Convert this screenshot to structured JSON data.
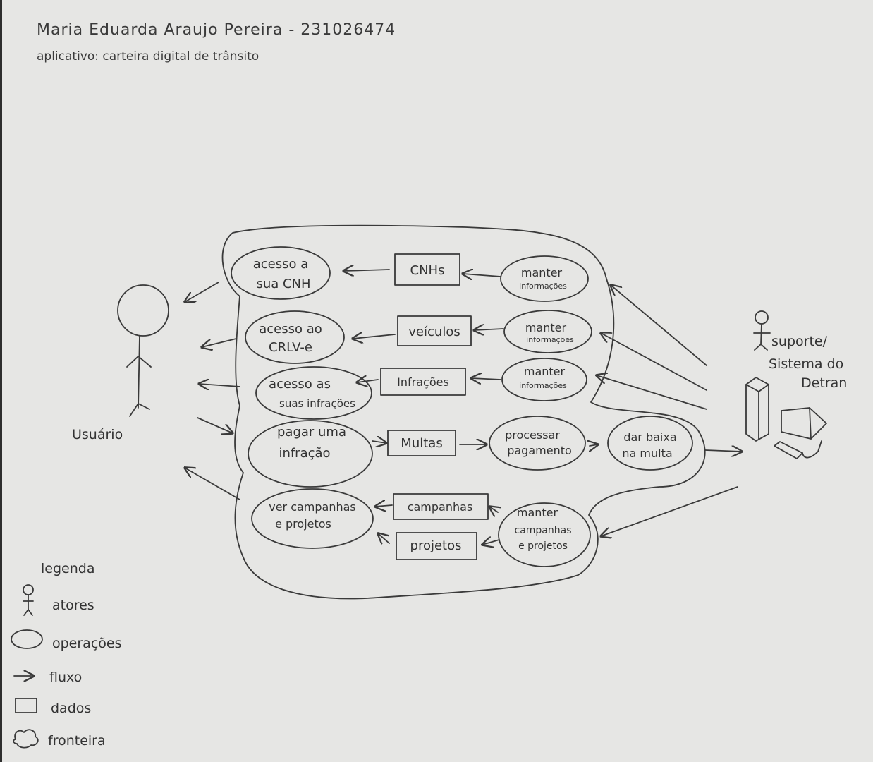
{
  "header": {
    "author": "Maria Eduarda Araujo Pereira - 231026474",
    "subtitle": "aplicativo: carteira digital de trânsito"
  },
  "actors": {
    "user": "Usuário",
    "support_line1": "suporte/",
    "support_line2": "Sistema do",
    "support_line3": "Detran"
  },
  "operations": {
    "cnh_l1": "acesso a",
    "cnh_l2": "sua CNH",
    "crlv_l1": "acesso ao",
    "crlv_l2": "CRLV-e",
    "inf_l1": "acesso as",
    "inf_l2": "suas infrações",
    "pay_l1": "pagar uma",
    "pay_l2": "infração",
    "camp_l1": "ver campanhas",
    "camp_l2": "e projetos",
    "m1_l1": "manter",
    "m1_l2": "informações",
    "m2_l1": "manter",
    "m2_l2": "informações",
    "m3_l1": "manter",
    "m3_l2": "informações",
    "proc_l1": "processar",
    "proc_l2": "pagamento",
    "baixa_l1": "dar baixa",
    "baixa_l2": "na multa",
    "m4_l1": "manter",
    "m4_l2": "campanhas",
    "m4_l3": "e projetos"
  },
  "data_stores": {
    "cnhs": "CNHs",
    "veiculos": "veículos",
    "infracoes": "Infrações",
    "multas": "Multas",
    "campanhas": "campanhas",
    "projetos": "projetos"
  },
  "legend": {
    "title": "legenda",
    "actors": "atores",
    "operations": "operações",
    "flow": "fluxo",
    "data": "dados",
    "boundary": "fronteira"
  }
}
